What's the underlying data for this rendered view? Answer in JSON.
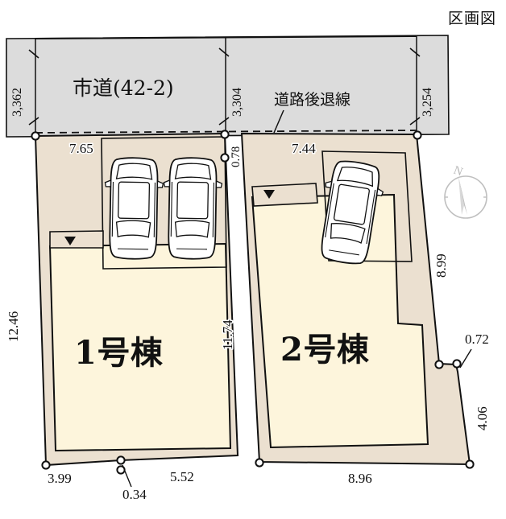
{
  "title": "区画図",
  "labels": {
    "road_name": "市道(42-2)",
    "setback_line": "道路後退線",
    "building_1": "1号棟",
    "building_2": "2号棟",
    "compass_north": "N"
  },
  "road_dimensions": [
    {
      "name": "road-width-left",
      "value": "3,362"
    },
    {
      "name": "road-width-middle",
      "value": "3,304"
    },
    {
      "name": "road-width-right",
      "value": "3,254"
    }
  ],
  "lot1_dimensions": [
    {
      "name": "lot1-north",
      "value": "7.65"
    },
    {
      "name": "lot1-west",
      "value": "12.46"
    },
    {
      "name": "lot1-east",
      "value": "11.74"
    },
    {
      "name": "lot1-south-west",
      "value": "3.99"
    },
    {
      "name": "lot1-south-notch",
      "value": "0.34"
    },
    {
      "name": "lot1-south-east",
      "value": "5.52"
    }
  ],
  "lot2_dimensions": [
    {
      "name": "lot2-north",
      "value": "7.44"
    },
    {
      "name": "lot2-gap",
      "value": "0.78"
    },
    {
      "name": "lot2-east-upper",
      "value": "8.99"
    },
    {
      "name": "lot2-east-notch",
      "value": "0.72"
    },
    {
      "name": "lot2-east-lower",
      "value": "4.06"
    },
    {
      "name": "lot2-south",
      "value": "8.96"
    }
  ],
  "colors": {
    "road_fill": "#dcdcdc",
    "land_fill": "#ebe0d0",
    "building_fill": "#fdf5dc",
    "outline": "#111111",
    "compass": "#bfbfbf"
  },
  "features": {
    "car_count_lot1": 2,
    "car_count_lot2": 1,
    "entrance_markers": 2
  }
}
